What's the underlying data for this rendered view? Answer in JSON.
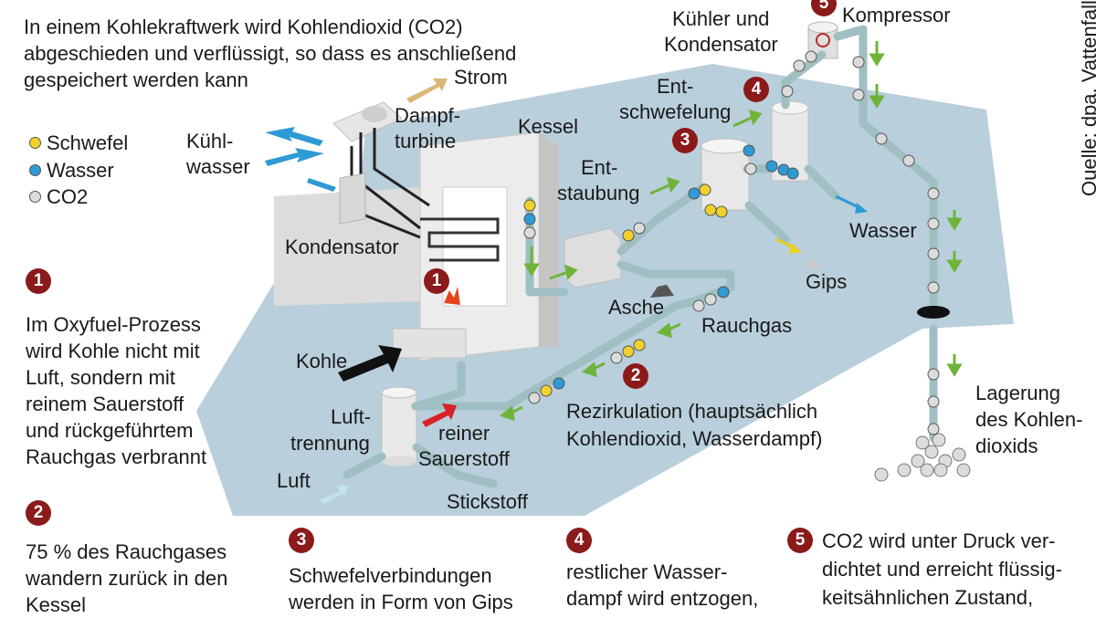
{
  "intro": {
    "line1": "In einem Kohlekraftwerk wird Kohlendioxid (CO2)",
    "line2": "abgeschieden und verflüssigt, so dass es anschließend",
    "line3": "gespeichert werden kann"
  },
  "source": "Quelle: dpa, Vattenfall",
  "legend": {
    "sulfur": "Schwefel",
    "water": "Wasser",
    "co2": "CO2",
    "colors": {
      "sulfur": "#f2d22a",
      "water": "#2e9ad6",
      "co2": "#dcdcdc"
    }
  },
  "labels": {
    "strom": "Strom",
    "dampfturbine_1": "Dampf-",
    "dampfturbine_2": "turbine",
    "kuehlwasser_1": "Kühl-",
    "kuehlwasser_2": "wasser",
    "kessel": "Kessel",
    "kondensator": "Kondensator",
    "kohle": "Kohle",
    "lufttrennung_1": "Luft-",
    "lufttrennung_2": "trennung",
    "luft": "Luft",
    "sauerstoff_1": "reiner",
    "sauerstoff_2": "Sauerstoff",
    "stickstoff": "Stickstoff",
    "asche": "Asche",
    "rauchgas": "Rauchgas",
    "entstaubung_1": "Ent-",
    "entstaubung_2": "staubung",
    "entschwefelung_1": "Ent-",
    "entschwefelung_2": "schwefelung",
    "kuehler_1": "Kühler und",
    "kuehler_2": "Kondensator",
    "kompressor": "Kompressor",
    "wasser": "Wasser",
    "gips": "Gips",
    "rezirkulation_1": "Rezirkulation (hauptsächlich",
    "rezirkulation_2": "Kohlendioxid, Wasserdampf)",
    "lagerung_1": "Lagerung",
    "lagerung_2": "des Kohlen-",
    "lagerung_3": "dioxids"
  },
  "steps": [
    {
      "num": "1",
      "lines": [
        "Im Oxyfuel-Prozess",
        "wird Kohle nicht mit",
        "Luft, sondern mit",
        "reinem Sauerstoff",
        "und rückgeführtem",
        "Rauchgas verbrannt"
      ]
    },
    {
      "num": "2",
      "lines": [
        "75 % des Rauchgases",
        "wandern zurück in den",
        "Kessel"
      ]
    },
    {
      "num": "3",
      "lines": [
        "Schwefelverbindungen",
        "werden in Form von Gips"
      ]
    },
    {
      "num": "4",
      "lines": [
        "restlicher Wasser-",
        "dampf wird entzogen,"
      ]
    },
    {
      "num": "5",
      "lines": [
        "CO2 wird unter Druck ver-",
        "dichtet und erreicht flüssig-",
        "keitsähnlichen Zustand,"
      ]
    }
  ],
  "diagram_markers": {
    "m1": "1",
    "m2": "2",
    "m3": "3",
    "m4": "4",
    "m5": "5"
  },
  "colors": {
    "ground": "#b9cfdb",
    "pipe": "#9fbfc2",
    "marker": "#8b1a1a",
    "flow_arrow": "#6fb43a",
    "cooling_arrow": "#2e9ad6"
  }
}
